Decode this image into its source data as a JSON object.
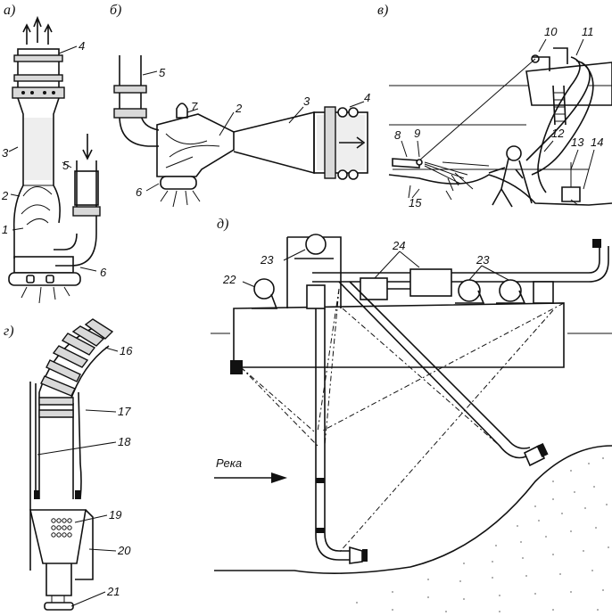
{
  "panels": {
    "a": "а)",
    "b": "б)",
    "v": "в)",
    "g": "г)",
    "d": "д)"
  },
  "river_label": "Река",
  "callouts": {
    "a": [
      "4",
      "3",
      "5",
      "2",
      "1",
      "6"
    ],
    "b": [
      "5",
      "7",
      "2",
      "3",
      "4",
      "6"
    ],
    "v": [
      "10",
      "11",
      "8",
      "9",
      "12",
      "13",
      "14",
      "15"
    ],
    "g": [
      "16",
      "17",
      "18",
      "19",
      "20",
      "21"
    ],
    "d": [
      "23",
      "22",
      "24",
      "23"
    ]
  }
}
